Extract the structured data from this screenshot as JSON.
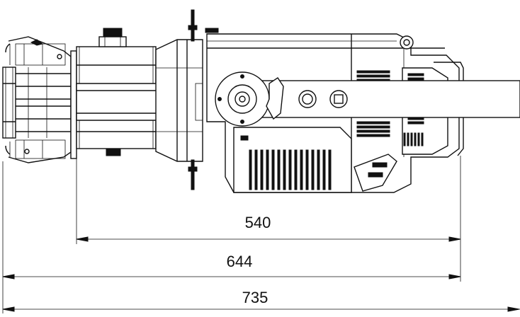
{
  "diagram": {
    "dimensions": [
      {
        "id": "overall",
        "value": "735"
      },
      {
        "id": "mid",
        "value": "644"
      },
      {
        "id": "body",
        "value": "540"
      }
    ]
  }
}
